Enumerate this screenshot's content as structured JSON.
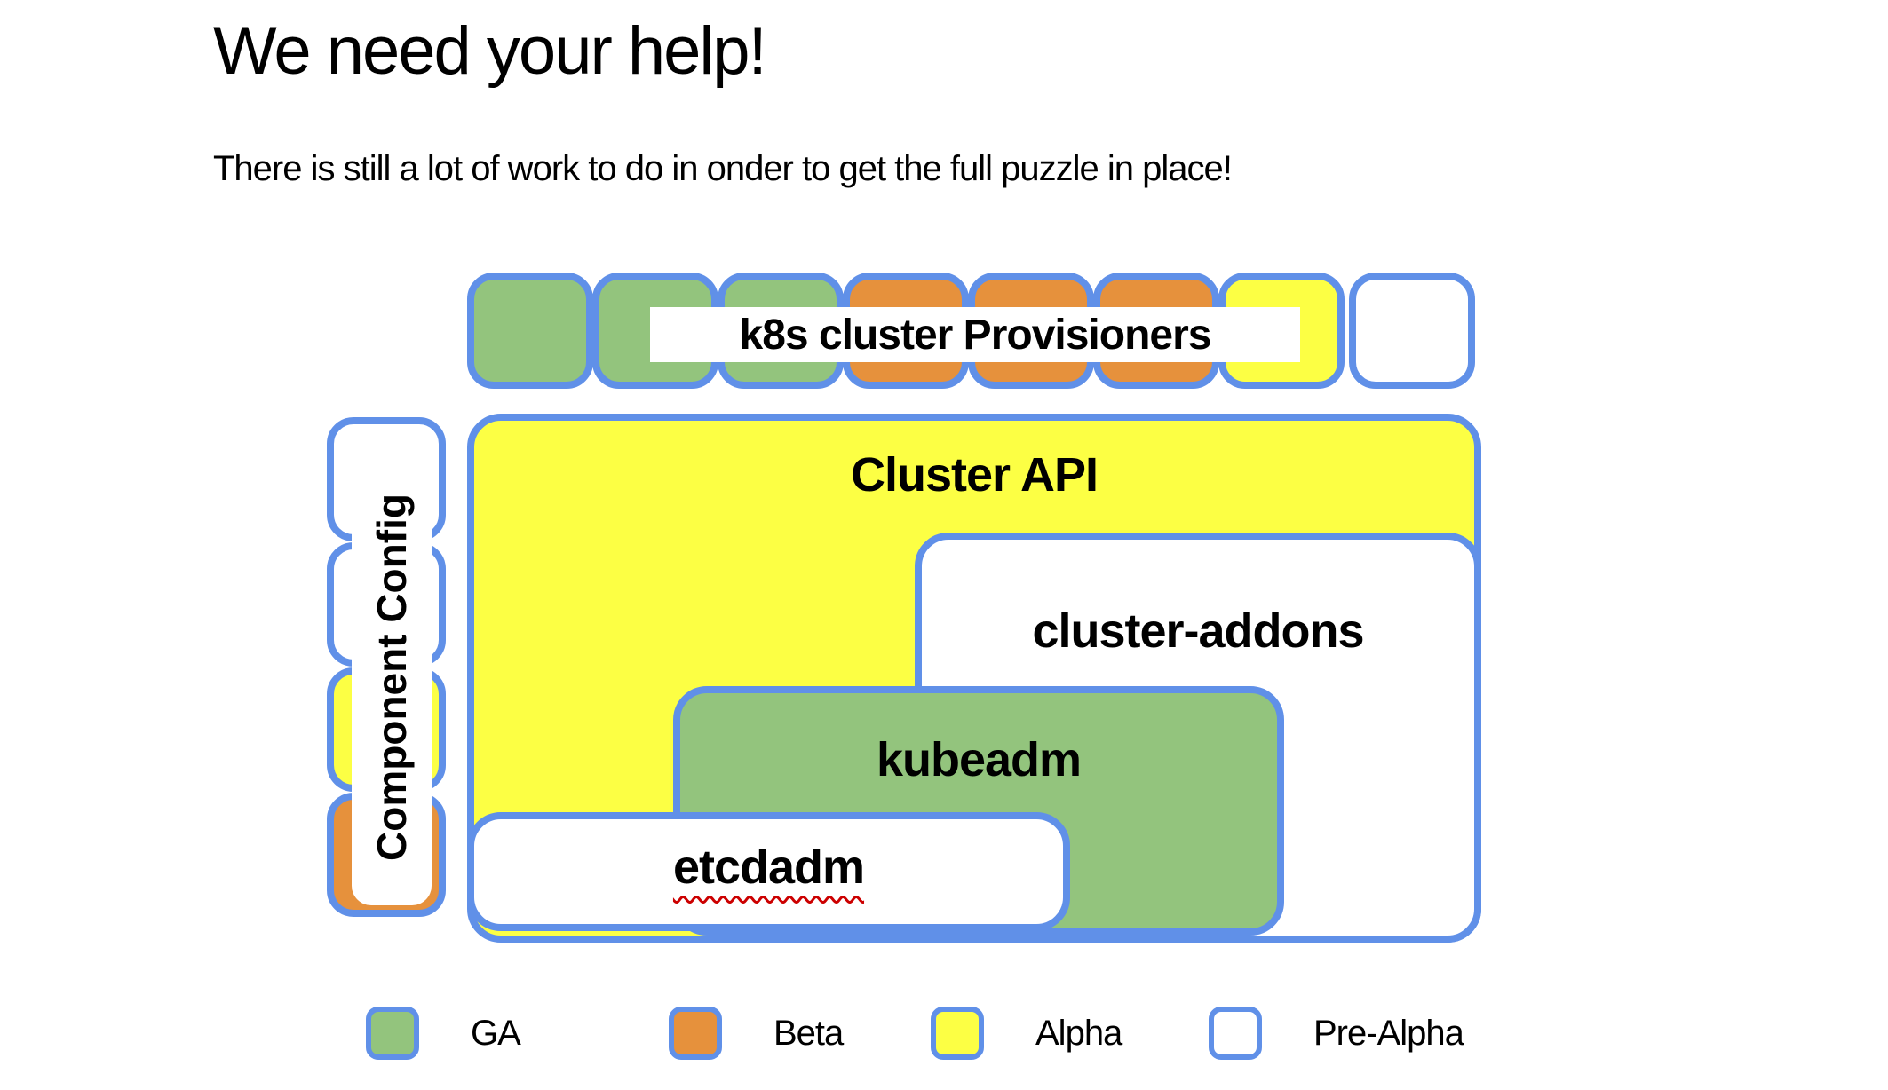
{
  "header": {
    "title": "We need your help!",
    "subtitle": "There is still a lot of work to do in onder to get the full puzzle in place!"
  },
  "colors": {
    "ga": "#93c47d",
    "beta": "#e6913c",
    "alpha": "#fcff44",
    "pre_alpha": "#ffffff",
    "border": "#6090e8",
    "text": "#000000",
    "squiggle": "#cc0000"
  },
  "puzzle": {
    "top_row": {
      "label": "k8s cluster Provisioners",
      "squares": [
        "ga",
        "ga",
        "ga",
        "beta",
        "beta",
        "beta",
        "alpha",
        "pre_alpha"
      ]
    },
    "side_column": {
      "label": "Component Config",
      "squares": [
        "pre_alpha",
        "pre_alpha",
        "alpha",
        "beta"
      ]
    },
    "boxes": [
      {
        "id": "cluster-api",
        "label": "Cluster API",
        "status": "alpha"
      },
      {
        "id": "cluster-addons",
        "label": "cluster-addons",
        "status": "pre_alpha"
      },
      {
        "id": "kubeadm",
        "label": "kubeadm",
        "status": "ga"
      },
      {
        "id": "etcdadm",
        "label": "etcdadm",
        "status": "pre_alpha"
      }
    ]
  },
  "legend": {
    "items": [
      {
        "label": "GA",
        "color_key": "ga"
      },
      {
        "label": "Beta",
        "color_key": "beta"
      },
      {
        "label": "Alpha",
        "color_key": "alpha"
      },
      {
        "label": "Pre-Alpha",
        "color_key": "pre_alpha"
      }
    ]
  }
}
